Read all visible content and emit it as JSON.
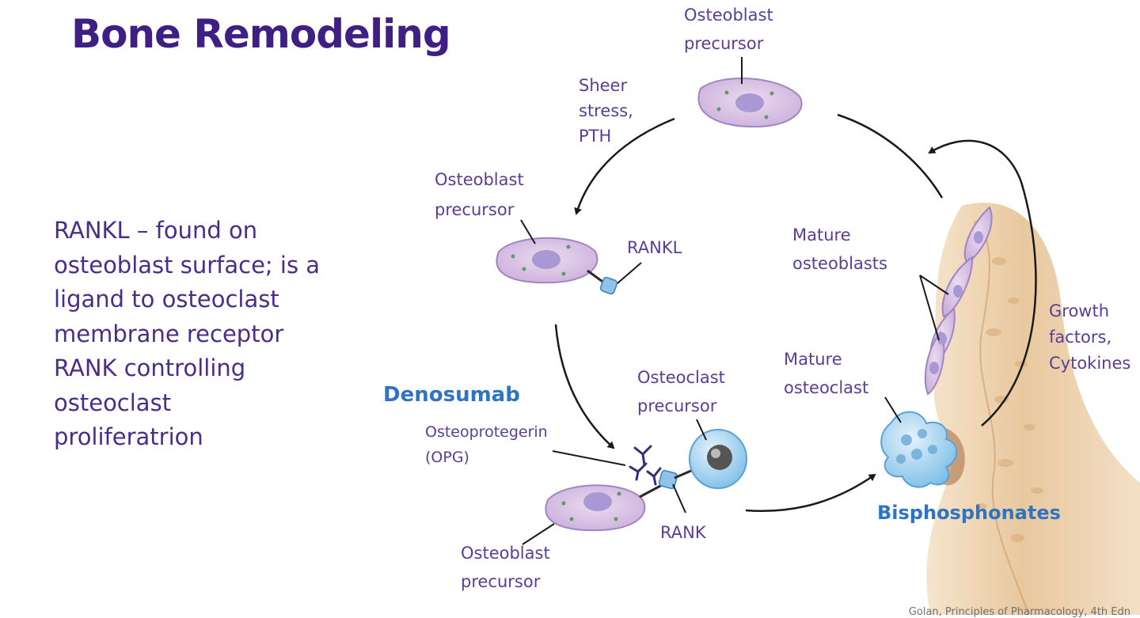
{
  "slide": {
    "title": "Bone Remodeling",
    "body_lines": [
      "RANKL – found on",
      "osteoblast surface; is a",
      "ligand to osteoclast",
      "membrane receptor",
      "RANK controlling",
      "osteoclast",
      "proliferatrion"
    ]
  },
  "diagram": {
    "top_precursor": [
      "Osteoblast",
      "precursor"
    ],
    "stimulus": [
      "Sheer",
      "stress,",
      "PTH"
    ],
    "mid_precursor": [
      "Osteoblast",
      "precursor"
    ],
    "rankl": "RANKL",
    "mature_osteoblasts": [
      "Mature",
      "osteoblasts"
    ],
    "growth_factors": [
      "Growth",
      "factors,",
      "Cytokines"
    ],
    "mature_osteoclast": [
      "Mature",
      "osteoclast"
    ],
    "osteoclast_precursor": [
      "Osteoclast",
      "precursor"
    ],
    "denosumab": "Denosumab",
    "opg": [
      "Osteoprotegerin",
      "(OPG)"
    ],
    "rank": "RANK",
    "bottom_precursor": [
      "Osteoblast",
      "precursor"
    ],
    "bisphosphonates": "Bisphosphonates"
  },
  "citation": "Golan, Principles of Pharmacology, 4th Edn",
  "colors": {
    "title": "#3f1f84",
    "labels": "#5a3d96",
    "drug": "#2e74c2",
    "cell_fill": "#dcc4e6",
    "nucleus": "#a998d4",
    "bone": "#e9c9a0"
  }
}
